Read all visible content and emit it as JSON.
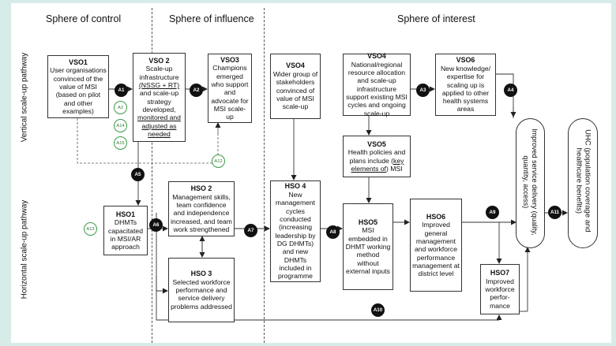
{
  "spheres": {
    "control": "Sphere of control",
    "influence": "Sphere of influence",
    "interest": "Sphere of interest"
  },
  "rows": {
    "vertical": "Vertical scale-up pathway",
    "horizontal": "Horizontal scale-up pathway"
  },
  "vso1": {
    "title": "VSO1",
    "text": "User organisations convinced of the value of MSI (based on pilot and other examples)"
  },
  "vso2": {
    "title": "VSO 2",
    "line1": "Scale-up infrastructure",
    "line2": "(NSSG + RT)",
    "line3": "and scale-up strategy developed,",
    "line4": "monitored and adjusted as needed"
  },
  "vso3": {
    "title": "VSO3",
    "text": "Champions emerged who support and advocate for MSI scale-up"
  },
  "vso4a": {
    "title": "VSO4",
    "text": "Wider group of stakeholders convinced of value of MSI scale-up"
  },
  "vso4b": {
    "title": "VSO4",
    "text": "National/regional resource allocation and scale-up infrastructure support existing MSI cycles and ongoing scale-up"
  },
  "vso5": {
    "title": "VSO5",
    "line1": "Health policies and plans include (",
    "key": "key elements of",
    "line2": ") MSI"
  },
  "vso6": {
    "title": "VSO6",
    "text": "New knowledge/ expertise for scaling up is applied to other health systems areas"
  },
  "hso1": {
    "title": "HSO1",
    "text": "DHMTs capacitated in MSI/AR approach"
  },
  "hso2": {
    "title": "HSO 2",
    "text": "Management skills, team confidence and independence increased, and team work strengthened"
  },
  "hso3": {
    "title": "HSO 3",
    "text": "Selected workforce performance and service delivery problems addressed"
  },
  "hso4": {
    "title": "HSO 4",
    "text": "New management cycles conducted (increasing leadership by DG DHMTs) and new DHMTs included in programme"
  },
  "hso5": {
    "title": "HSO5",
    "text": "MSI embedded in DHMT working method without external inputs"
  },
  "hso6": {
    "title": "HSO6",
    "text": "Improved general management and workforce performance management at district level"
  },
  "hso7": {
    "title": "HSO7",
    "text": "Improved workforce perfor- mance"
  },
  "improved": "Improved service delivery (quality, quantity, access)",
  "uhc": "UHC (population coverage and healthcare benefits)",
  "assumptions": {
    "a1": "A1",
    "a2": "A2",
    "a3": "A3",
    "a4": "A4",
    "a5": "A5",
    "a6": "A6",
    "a7": "A7",
    "a8": "A8",
    "a9": "A9",
    "a10": "A10",
    "a11": "A11",
    "a12": "A12",
    "a13": "A13",
    "a14": "A14",
    "a15": "A15"
  }
}
